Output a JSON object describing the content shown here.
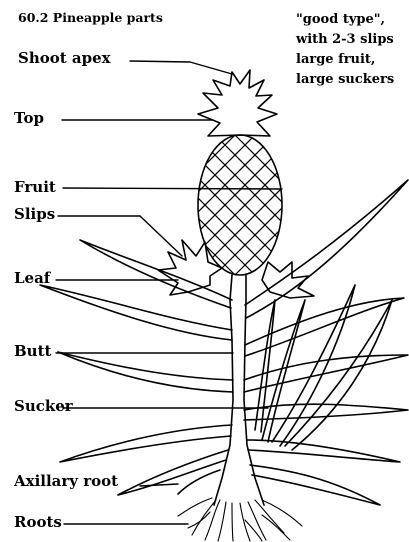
{
  "title": "60.2 Pineapple parts",
  "labels": {
    "shoot_apex": "Shoot apex",
    "top": "Top",
    "fruit": "Fruit",
    "slips": "Slips",
    "leaf": "Leaf",
    "butt": "Butt",
    "sucker": "Sucker",
    "axillary_root": "Axillary root",
    "roots": "Roots"
  },
  "note": {
    "line1": "\"good type\",",
    "line2": "with 2-3 slips",
    "line3": "large fruit,",
    "line4": "large suckers"
  }
}
